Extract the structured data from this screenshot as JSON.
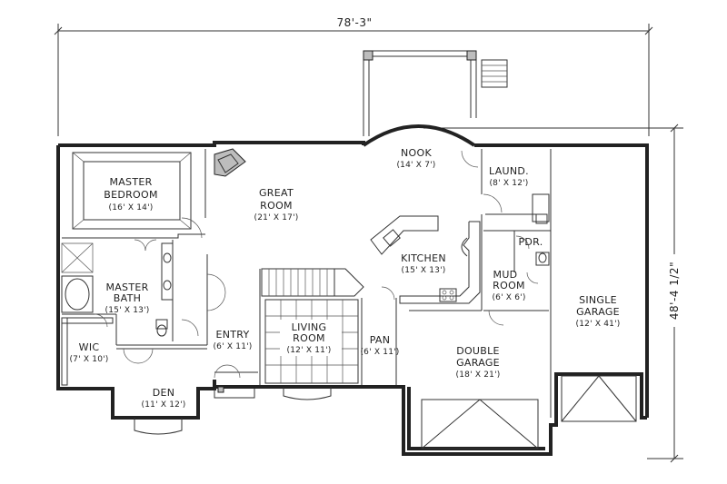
{
  "overall": {
    "width": "78'-3\"",
    "depth": "48'-4 1/2\""
  },
  "rooms": {
    "master_bedroom": {
      "name_line1": "MASTER",
      "name_line2": "BEDROOM",
      "size": "(16' X 14')"
    },
    "great_room": {
      "name_line1": "GREAT",
      "name_line2": "ROOM",
      "size": "(21' X 17')"
    },
    "nook": {
      "name": "NOOK",
      "size": "(14' X 7')"
    },
    "laundry": {
      "name": "LAUND.",
      "size": "(8' X 12')"
    },
    "pdr": {
      "name": "PDR."
    },
    "kitchen": {
      "name": "KITCHEN",
      "size": "(15' X 13')"
    },
    "mud_room": {
      "name_line1": "MUD",
      "name_line2": "ROOM",
      "size": "(6' X 6')"
    },
    "master_bath": {
      "name_line1": "MASTER",
      "name_line2": "BATH",
      "size": "(15' X 13')"
    },
    "wic": {
      "name": "WIC",
      "size": "(7' X 10')"
    },
    "entry": {
      "name": "ENTRY",
      "size": "(6' X 11')"
    },
    "living_room": {
      "name_line1": "LIVING",
      "name_line2": "ROOM",
      "size": "(12' X 11')"
    },
    "pantry": {
      "name": "PAN",
      "size": "(6' X 11')"
    },
    "double_garage": {
      "name_line1": "DOUBLE",
      "name_line2": "GARAGE",
      "size": "(18' X 21')"
    },
    "single_garage": {
      "name_line1": "SINGLE",
      "name_line2": "GARAGE",
      "size": "(12' X 41')"
    },
    "den": {
      "name": "DEN",
      "size": "(11' X 12')"
    }
  }
}
